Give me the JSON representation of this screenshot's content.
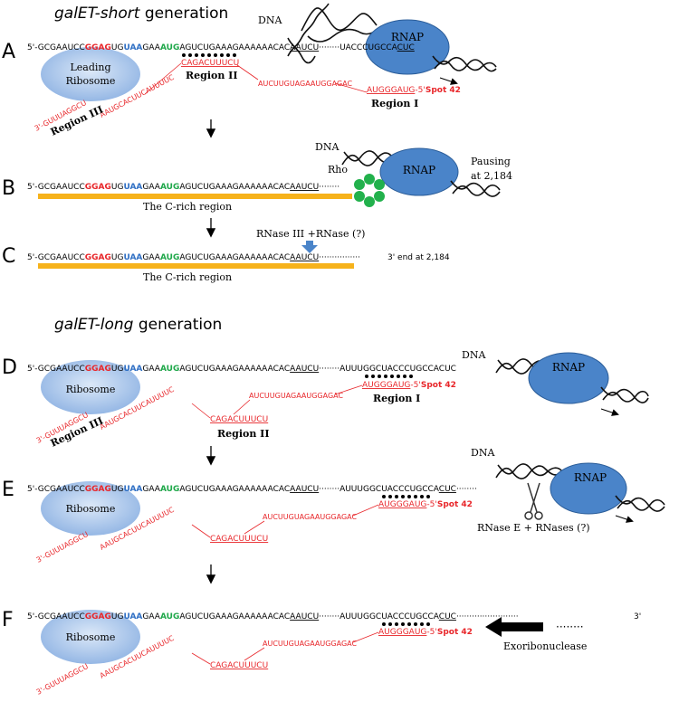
{
  "titles": {
    "short_gene": "galET-short",
    "short_suffix": " generation",
    "long_gene": "galET-long",
    "long_suffix": " generation"
  },
  "panels": {
    "A": "A",
    "B": "B",
    "C": "C",
    "D": "D",
    "E": "E",
    "F": "F"
  },
  "seq": {
    "prefix": "5'-GCGAAUCC",
    "sd": "GGAG",
    "ug": "UG",
    "uaa": "UAA",
    "gaa": "GAA",
    "aug": "AUG",
    "mid": "AGUCUGAAAGAAAAAACAC",
    "aaucu": "AAUCU",
    "dots": "········",
    "a_tail": "UACCCUGCCA",
    "cuc": "CUC",
    "long_1": "AUUUGGCUACCCUGCCACUC",
    "long_2": "AUUUGGCUACCCUGCCA",
    "three_prime": "3'",
    "end_label": "3' end at 2,184"
  },
  "red": {
    "region2_seq": "CAGACUUUCU",
    "loop_seq": "AUCUUGUAGAAUGGAGAC",
    "spot_seq": "AUGGGAUG",
    "spot_tail": "-5'",
    "spot_label": "Spot 42",
    "tail_seq": "AAUGCACUUCAUUUUC",
    "r3_seq": "3'-GUUUAGGCU"
  },
  "labels": {
    "dna": "DNA",
    "rnap": "RNAP",
    "leading": "Leading",
    "ribosome": "Ribosome",
    "region1": "Region I",
    "region2": "Region II",
    "region3": "Region III",
    "rho": "Rho",
    "pausing": "Pausing",
    "pausing_at": "at 2,184",
    "c_rich": "The C-rich region",
    "rnase3": "RNase III +RNase (?)",
    "rnaseE": "RNase E + RNases (?)",
    "exo": "Exoribonuclease"
  },
  "colors": {
    "red": "#e8262a",
    "blue": "#2f6fc4",
    "green": "#1fa84a",
    "rnap": "#4a84c9",
    "ribosome": "#aec9ec",
    "rho": "#22b14c",
    "orange": "#f6b21b"
  }
}
